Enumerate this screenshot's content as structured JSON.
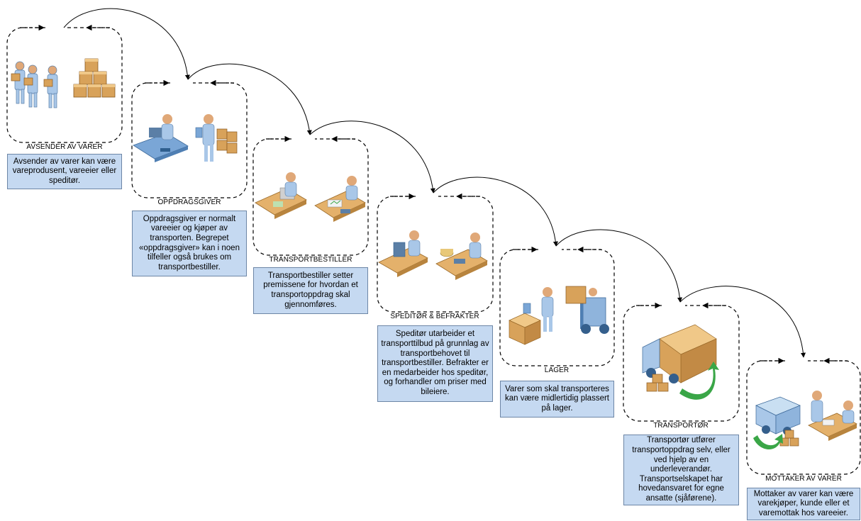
{
  "stages": [
    {
      "label": "AVSENDER AV VARER",
      "description": "Avsender av varer kan være vareprodusent, vareeier eller speditør."
    },
    {
      "label": "OPPDRAGSGIVER",
      "description": "Oppdragsgiver er normalt vareeier og kjøper av transporten. Begrepet «oppdragsgiver» kan i noen tilfeller også brukes om transportbestiller."
    },
    {
      "label": "TRANSPORTBESTILLER",
      "description": "Transportbestiller setter premissene for hvordan et transportoppdrag skal gjennomføres."
    },
    {
      "label": "SPEDITØR & BEFRAKTER",
      "description": "Speditør utarbeider et transporttilbud på grunnlag av transportbehovet til transportbestiller. Befrakter er en medarbeider hos speditør, og forhandler om priser med bileiere."
    },
    {
      "label": "LAGER",
      "description": "Varer som skal transporteres kan være midlertidig plassert på lager."
    },
    {
      "label": "TRANSPORTØR",
      "description": "Transportør utfører transportoppdrag selv, eller ved hjelp av en underleverandør. Transportselskapet har hovedansvaret for egne ansatte (sjåførene)."
    },
    {
      "label": "MOTTAKER AV VARER",
      "description": "Mottaker av varer kan være varekjøper, kunde eller et varemottak hos vareeier."
    }
  ],
  "icons": [
    "people-with-boxes-icon",
    "box-stack-icon",
    "office-worker-desk-icon",
    "worker-with-boxes-icon",
    "clerk-desk-icon",
    "clerk-desk-icon",
    "operator-computer-icon",
    "accountant-desk-icon",
    "packer-with-box-icon",
    "forklift-icon",
    "delivery-truck-icon",
    "delivery-truck-icon",
    "receiver-desk-icon"
  ],
  "colors": {
    "description_fill": "#c5d9f1",
    "description_border": "#6d86a6",
    "figure": "#a9c7e8",
    "box": "#d8a25a",
    "desk": "#e4b16b",
    "arrow_green": "#3aa647"
  }
}
